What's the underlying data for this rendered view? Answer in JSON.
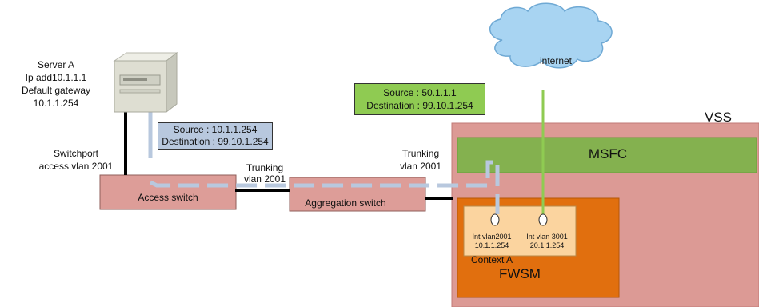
{
  "server": {
    "name": "Server A",
    "ip": "Ip add10.1.1.1",
    "gateway_label": "Default gateway",
    "gateway_ip": "10.1.1.254",
    "icon": "server-tower-icon"
  },
  "switchport": {
    "line1": "Switchport",
    "line2": "access vlan 2001"
  },
  "packet_a": {
    "source": "Source : 10.1.1.254",
    "destination": "Destination : 99.10.1.254",
    "color": "#b8c8de"
  },
  "packet_b": {
    "source": "Source : 50.1.1.1",
    "destination": "Destination : 99.10.1.254",
    "color": "#8fcb52"
  },
  "access_switch": {
    "label": "Access switch"
  },
  "aggregation_switch": {
    "label": "Aggregation switch"
  },
  "trunk_1": {
    "line1": "Trunking",
    "line2": "vlan 2001"
  },
  "trunk_2": {
    "line1": "Trunking",
    "line2": "vlan 2001"
  },
  "internet": {
    "label": "internet",
    "icon": "cloud-icon"
  },
  "vss": {
    "label": "VSS"
  },
  "msfc": {
    "label": "MSFC"
  },
  "fwsm": {
    "label": "FWSM"
  },
  "context": {
    "label": "Context A",
    "if1_name": "Int vlan2001",
    "if1_ip": "10.1.1.254",
    "if2_name": "Int vlan 3001",
    "if2_ip": "20.1.1.254"
  },
  "colors": {
    "switch_fill": "#dd9d98",
    "vss_fill": "#dc9a95",
    "msfc_fill": "#84b14f",
    "fwsm_fill": "#e16f0e",
    "context_fill": "#fbd49f",
    "flow_dash": "#b8c8de",
    "internet_link": "#8fcb52"
  }
}
